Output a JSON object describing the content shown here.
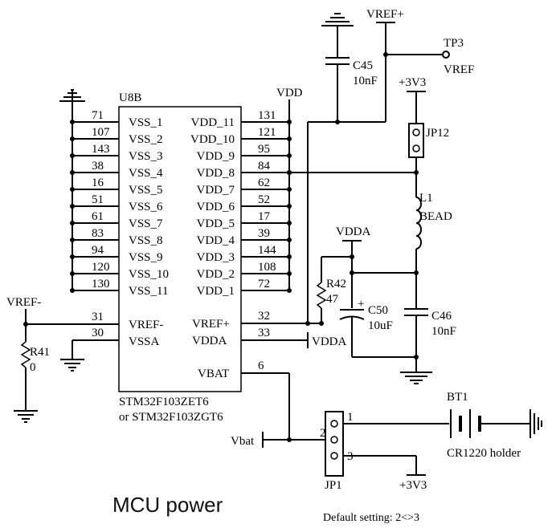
{
  "page": {
    "title": "MCU power",
    "note": "Default setting: 2<>3"
  },
  "chip": {
    "ref": "U8B",
    "part1": "STM32F103ZET6",
    "part2": "or STM32F103ZGT6",
    "left_pins": [
      {
        "num": "71",
        "name": "VSS_1"
      },
      {
        "num": "107",
        "name": "VSS_2"
      },
      {
        "num": "143",
        "name": "VSS_3"
      },
      {
        "num": "38",
        "name": "VSS_4"
      },
      {
        "num": "16",
        "name": "VSS_5"
      },
      {
        "num": "51",
        "name": "VSS_6"
      },
      {
        "num": "61",
        "name": "VSS_7"
      },
      {
        "num": "83",
        "name": "VSS_8"
      },
      {
        "num": "94",
        "name": "VSS_9"
      },
      {
        "num": "120",
        "name": "VSS_10"
      },
      {
        "num": "130",
        "name": "VSS_11"
      }
    ],
    "right_pins": [
      {
        "num": "131",
        "name": "VDD_11"
      },
      {
        "num": "121",
        "name": "VDD_10"
      },
      {
        "num": "95",
        "name": "VDD_9"
      },
      {
        "num": "84",
        "name": "VDD_8"
      },
      {
        "num": "62",
        "name": "VDD_7"
      },
      {
        "num": "52",
        "name": "VDD_6"
      },
      {
        "num": "17",
        "name": "VDD_5"
      },
      {
        "num": "39",
        "name": "VDD_4"
      },
      {
        "num": "144",
        "name": "VDD_3"
      },
      {
        "num": "108",
        "name": "VDD_2"
      },
      {
        "num": "72",
        "name": "VDD_1"
      }
    ],
    "vref_minus": {
      "num": "31",
      "name": "VREF-"
    },
    "vssa": {
      "num": "30",
      "name": "VSSA"
    },
    "vref_plus": {
      "num": "32",
      "name": "VREF+"
    },
    "vdda": {
      "num": "33",
      "name": "VDDA"
    },
    "vbat": {
      "num": "6",
      "name": "VBAT"
    }
  },
  "nets": {
    "vdd": "VDD",
    "vref_plus": "VREF+",
    "vref_minus": "VREF-",
    "vref": "VREF",
    "v3v3_top": "+3V3",
    "v3v3_bottom": "+3V3",
    "vdda_top": "VDDA",
    "vdda_pin": "VDDA",
    "vbat": "Vbat"
  },
  "components": {
    "c45": {
      "ref": "C45",
      "value": "10nF"
    },
    "tp3": {
      "ref": "TP3"
    },
    "jp12": {
      "ref": "JP12"
    },
    "l1": {
      "ref": "L1",
      "value": "BEAD"
    },
    "r42": {
      "ref": "R42",
      "value": "47"
    },
    "c50": {
      "ref": "C50",
      "value": "10uF",
      "polarity": "+"
    },
    "c46": {
      "ref": "C46",
      "value": "10nF"
    },
    "r41": {
      "ref": "R41",
      "value": "0"
    },
    "bt1": {
      "ref": "BT1",
      "value": "CR1220 holder"
    },
    "jp1": {
      "ref": "JP1",
      "pins": [
        "1",
        "2",
        "3"
      ]
    }
  }
}
